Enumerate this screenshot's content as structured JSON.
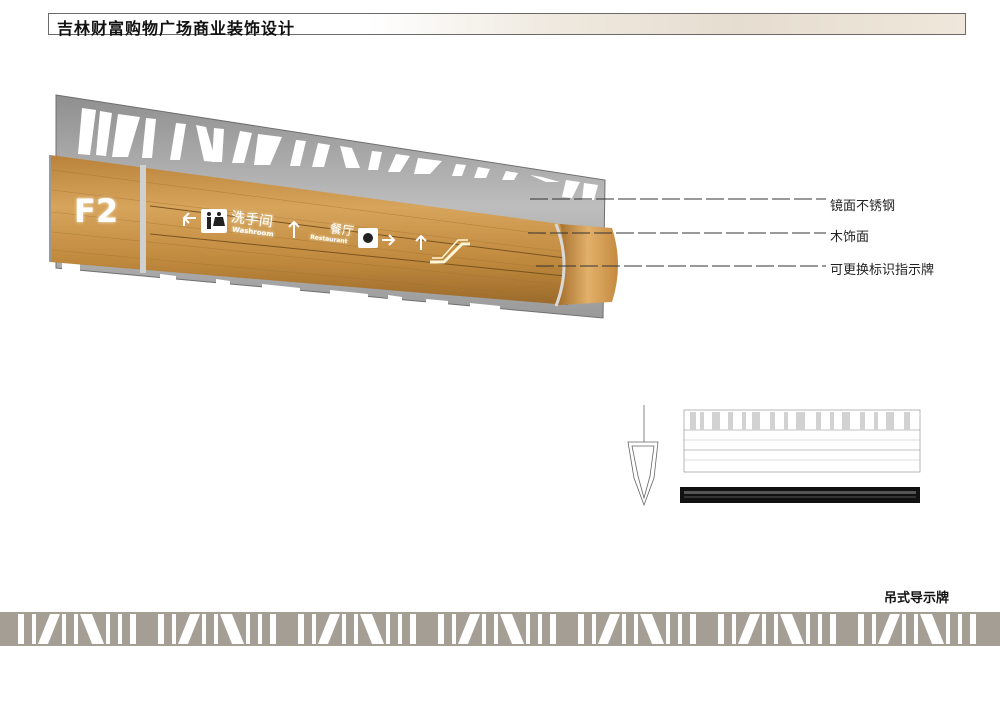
{
  "header": {
    "title": "吉林财富购物广场商业装饰设计"
  },
  "sign": {
    "floor": "F2",
    "washroom_cn": "洗手间",
    "washroom_en": "Washroom",
    "restaurant_cn": "餐厅",
    "restaurant_en": "Restaurant"
  },
  "callouts": [
    {
      "label": "镜面不锈钢"
    },
    {
      "label": "木饰面"
    },
    {
      "label": "可更换标识指示牌"
    }
  ],
  "caption": "吊式导示牌",
  "colors": {
    "wood": "#c08a3e",
    "steel": "#a9a9a9",
    "band": "#a59e94",
    "glyph": "#ffffff"
  },
  "icons": [
    "arrow-left-icon",
    "washroom-icon",
    "arrow-up-icon",
    "restaurant-icon",
    "arrow-right-icon",
    "escalator-icon"
  ]
}
